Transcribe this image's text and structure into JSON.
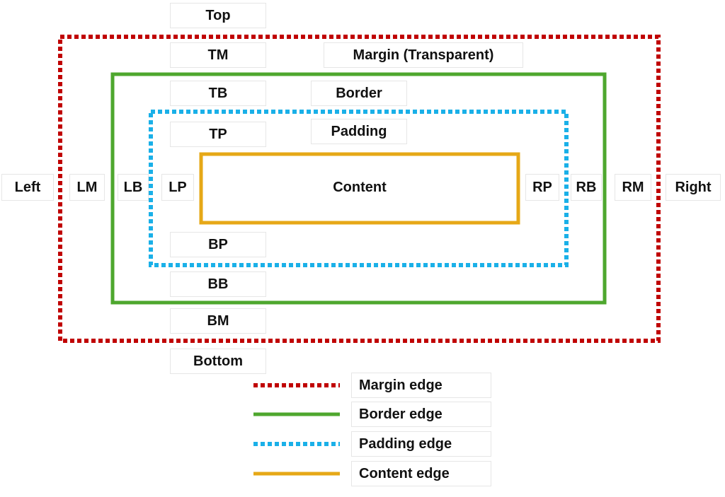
{
  "colors": {
    "margin_edge": "#c00000",
    "border_edge": "#4ea72e",
    "padding_edge": "#1ab0e8",
    "content_edge": "#e6a817",
    "text": "#111111",
    "label_bg": "#ffffff"
  },
  "labels": {
    "top": "Top",
    "tm": "TM",
    "margin_title": "Margin (Transparent)",
    "tb": "TB",
    "border_title": "Border",
    "tp": "TP",
    "padding_title": "Padding",
    "left": "Left",
    "lm": "LM",
    "lb": "LB",
    "lp": "LP",
    "content": "Content",
    "rp": "RP",
    "rb": "RB",
    "rm": "RM",
    "right": "Right",
    "bp": "BP",
    "bb": "BB",
    "bm": "BM",
    "bottom": "Bottom"
  },
  "legend": [
    {
      "label": "Margin edge",
      "style": "dotted",
      "color_key": "margin_edge"
    },
    {
      "label": "Border edge",
      "style": "solid",
      "color_key": "border_edge"
    },
    {
      "label": "Padding edge",
      "style": "dotted",
      "color_key": "padding_edge"
    },
    {
      "label": "Content edge",
      "style": "solid",
      "color_key": "content_edge"
    }
  ]
}
